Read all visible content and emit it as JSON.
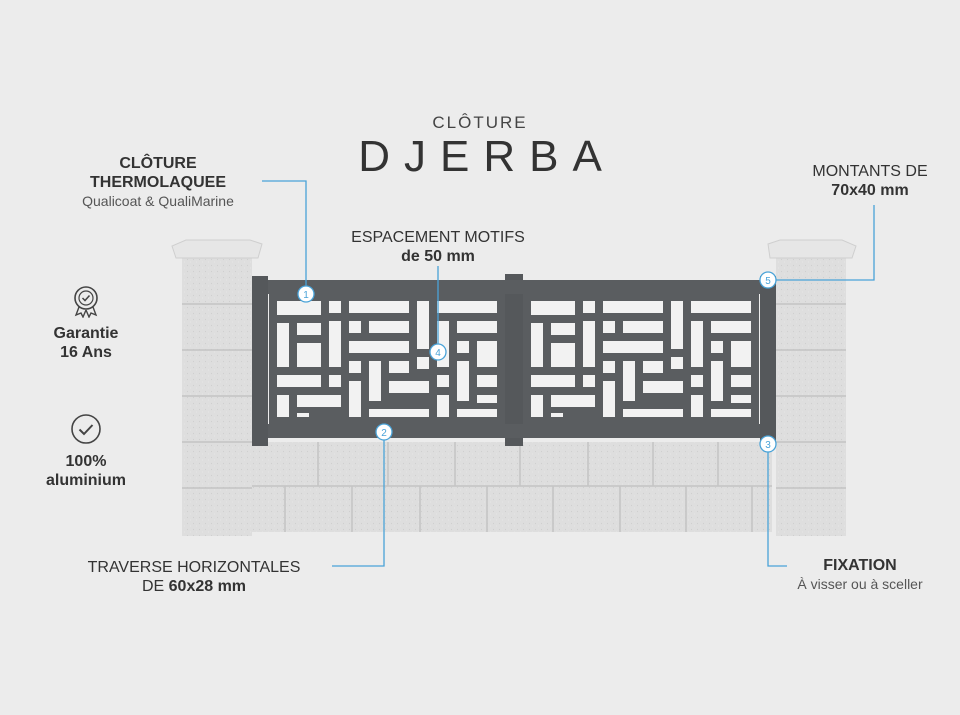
{
  "title": {
    "small": "CLÔTURE",
    "big": "DJERBA"
  },
  "callouts": {
    "c1": {
      "number": "1",
      "line1": "CLÔTURE",
      "line2": "THERMOLAQUEE",
      "sub": "Qualicoat & QualiMarine"
    },
    "c2": {
      "number": "2",
      "line1": "TRAVERSE HORIZONTALES",
      "line2_prefix": "DE ",
      "line2_bold": "60x28 mm"
    },
    "c3": {
      "number": "3",
      "line1": "FIXATION",
      "sub": "À visser ou à sceller"
    },
    "c4": {
      "number": "4",
      "line1": "ESPACEMENT MOTIFS",
      "line2": "de 50 mm"
    },
    "c5": {
      "number": "5",
      "line1": "MONTANTS DE",
      "line2": "70x40 mm"
    }
  },
  "features": [
    {
      "icon": "badge-icon",
      "line1": "Garantie",
      "line2": "16 Ans"
    },
    {
      "icon": "check-circle-icon",
      "line1": "100%",
      "line2": "aluminium"
    }
  ],
  "colors": {
    "accent": "#4aa3d8",
    "panel": "#5a5d60",
    "stone": "#dcdcdc",
    "background": "#ececec"
  }
}
